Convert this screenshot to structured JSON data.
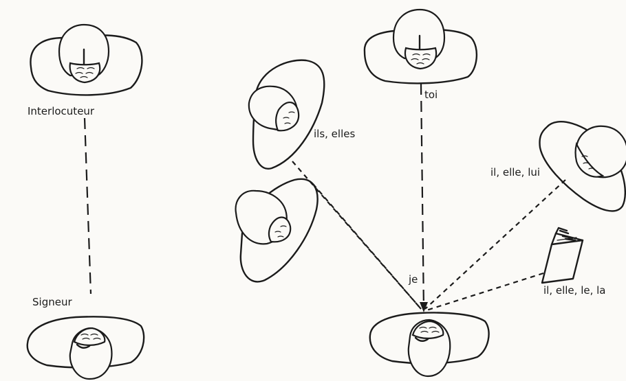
{
  "labels": {
    "interlocuteur": "Interlocuteur",
    "signeur": "Signeur",
    "toi": "toi",
    "ils_elles": "ils, elles",
    "il_elle_lui": "il, elle, lui",
    "je": "je",
    "il_elle_le_la": "il, elle, le, la"
  },
  "colors": {
    "ink": "#1b1b1b",
    "paper": "#fbfaf7"
  }
}
